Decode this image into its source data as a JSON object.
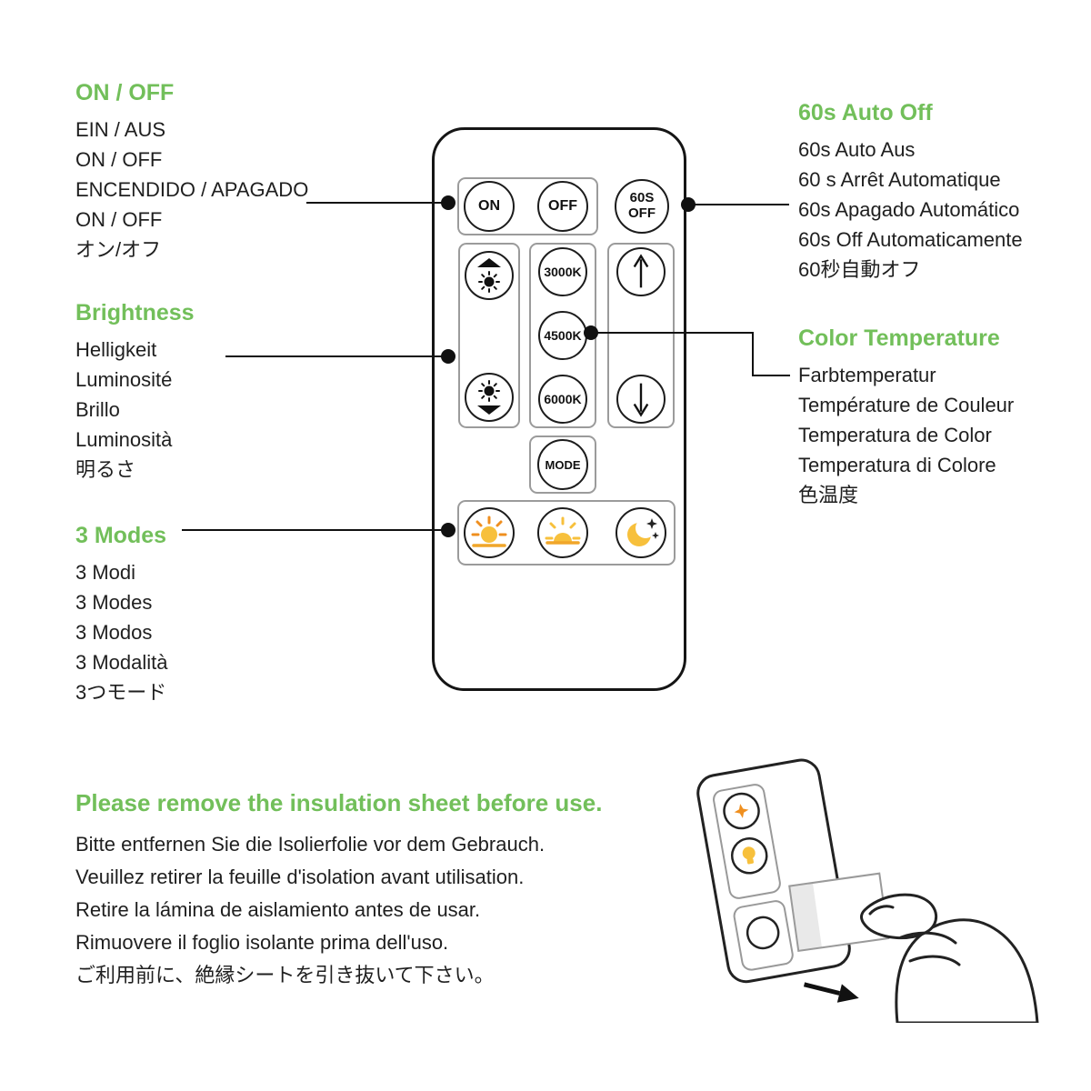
{
  "colors": {
    "accent_green": "#72bf5a",
    "text": "#1f1f1f",
    "line": "#111111",
    "sun_yellow": "#f7c03c",
    "sun_orange": "#ef8f1f"
  },
  "sections": {
    "on_off": {
      "heading": "ON / OFF",
      "lines": [
        "EIN / AUS",
        "ON / OFF",
        "ENCENDIDO / APAGADO",
        "ON / OFF",
        "オン/オフ"
      ]
    },
    "auto_off": {
      "heading": "60s Auto Off",
      "lines": [
        "60s Auto Aus",
        "60 s Arrêt Automatique",
        "60s Apagado Automático",
        "60s Off Automaticamente",
        "60秒自動オフ"
      ]
    },
    "brightness": {
      "heading": "Brightness",
      "lines": [
        "Helligkeit",
        "Luminosité",
        "Brillo",
        "Luminosità",
        "明るさ"
      ]
    },
    "color_temp": {
      "heading": "Color Temperature",
      "lines": [
        "Farbtemperatur",
        "Température de Couleur",
        "Temperatura de Color",
        "Temperatura di Colore",
        "色温度"
      ]
    },
    "modes": {
      "heading": "3 Modes",
      "lines": [
        "3 Modi",
        "3 Modes",
        "3 Modos",
        "3 Modalità",
        "3つモード"
      ]
    },
    "insulation": {
      "heading": "Please remove the insulation sheet before use.",
      "lines": [
        "Bitte entfernen Sie die Isolierfolie vor dem Gebrauch.",
        "Veuillez retirer la feuille d'isolation avant utilisation.",
        "Retire la lámina de aislamiento antes de usar.",
        "Rimuovere il foglio isolante prima dell'uso.",
        "ご利用前に、絶縁シートを引き抜いて下さい。"
      ]
    }
  },
  "remote": {
    "buttons": {
      "on": "ON",
      "off": "OFF",
      "auto_off_top": "60S",
      "auto_off_bottom": "OFF",
      "temp_3000": "3000K",
      "temp_4500": "4500K",
      "temp_6000": "6000K",
      "mode": "MODE"
    },
    "icons": [
      "brightness-up-icon",
      "brightness-down-icon",
      "temp-up-arrow-icon",
      "temp-down-arrow-icon",
      "mode-sunrise-icon",
      "mode-sunset-icon",
      "mode-night-icon",
      "insulation-sheet-pull-illustration"
    ]
  }
}
